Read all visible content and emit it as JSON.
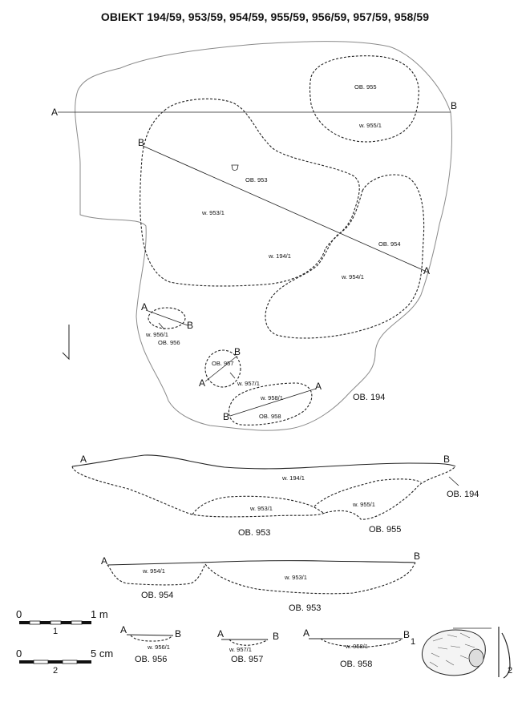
{
  "title": "OBIEKT 194/59, 953/59, 954/59, 955/59, 956/59, 957/59, 958/59",
  "plan": {
    "section_ab": {
      "a": "A",
      "b": "B"
    },
    "section_ab_955": {
      "a": "A",
      "b": "B"
    },
    "section_953": {
      "a": "A",
      "b": "B"
    },
    "ob955": "OB. 955",
    "w955": "w. 955/1",
    "ob953": "OB. 953",
    "w953": "w. 953/1",
    "w194": "w. 194/1",
    "ob954": "OB. 954",
    "w954": "w. 954/1",
    "ob956": "OB. 956",
    "w956": "w. 956/1",
    "ob957": "OB. 957",
    "w957": "w. 957/1",
    "ob958": "OB. 958",
    "w958": "w. 958/1",
    "ob194": "OB. 194",
    "s956": {
      "a": "A",
      "b": "B"
    },
    "s957": {
      "a": "A",
      "b": "B"
    },
    "s958": {
      "a": "A",
      "b": "B"
    }
  },
  "profile1": {
    "a": "A",
    "b": "B",
    "w194": "w. 194/1",
    "w953": "w. 953/1",
    "w955": "w. 955/1",
    "ob953": "OB. 953",
    "ob955": "OB. 955",
    "ob194": "OB. 194"
  },
  "profile2": {
    "a": "A",
    "b": "B",
    "w954": "w. 954/1",
    "w953": "w. 953/1",
    "ob954": "OB. 954",
    "ob953": "OB. 953"
  },
  "small_profiles": {
    "p956": {
      "a": "A",
      "b": "B",
      "w": "w. 956/1",
      "ob": "OB. 956"
    },
    "p957": {
      "a": "A",
      "b": "B",
      "w": "w. 957/1",
      "ob": "OB. 957"
    },
    "p958": {
      "a": "A",
      "b": "B",
      "w": "w. 958/1",
      "ob": "OB. 958"
    }
  },
  "scales": {
    "scale1": {
      "zero": "0",
      "end": "1 m",
      "num": "1"
    },
    "scale2": {
      "zero": "0",
      "end": "5 cm",
      "num": "2"
    }
  },
  "finds": {
    "num1": "1",
    "num2": "2"
  }
}
